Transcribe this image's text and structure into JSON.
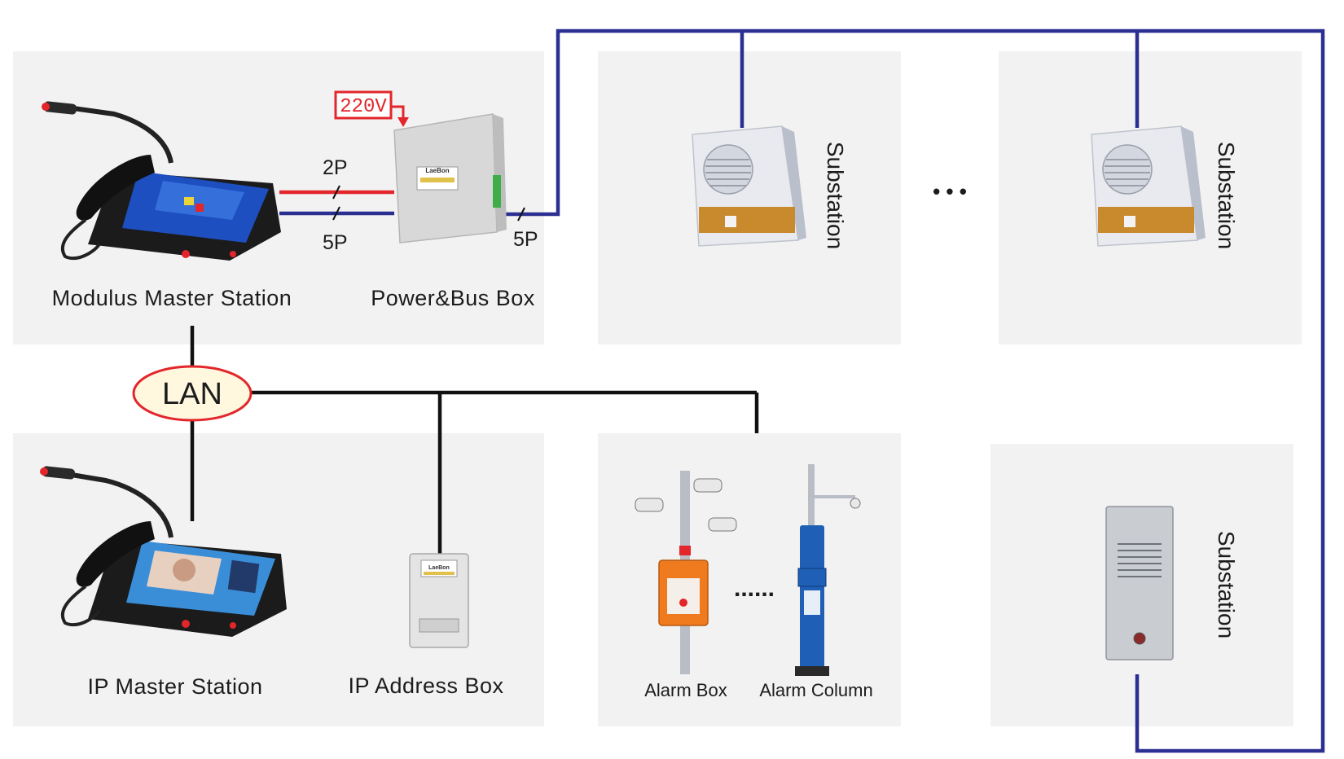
{
  "labels": {
    "modulus_master_station": "Modulus Master Station",
    "power_bus_box": "Power&Bus Box",
    "ip_master_station": "IP Master Station",
    "ip_address_box": "IP Address Box",
    "alarm_box": "Alarm Box",
    "alarm_column": "Alarm Column",
    "substation": "Substation",
    "lan": "LAN",
    "power_input": "220V",
    "pin_2p": "2P",
    "pin_5p": "5P",
    "ellipsis_wide": "• • •",
    "ellipsis_dots": "......"
  },
  "devices": {
    "brand": "LaeBon"
  },
  "colors": {
    "bus": "#2b2f92",
    "power": "#e3262b",
    "lan": "#111111",
    "panel": "#f2f2f2",
    "lan_fill": "#fff8de"
  }
}
